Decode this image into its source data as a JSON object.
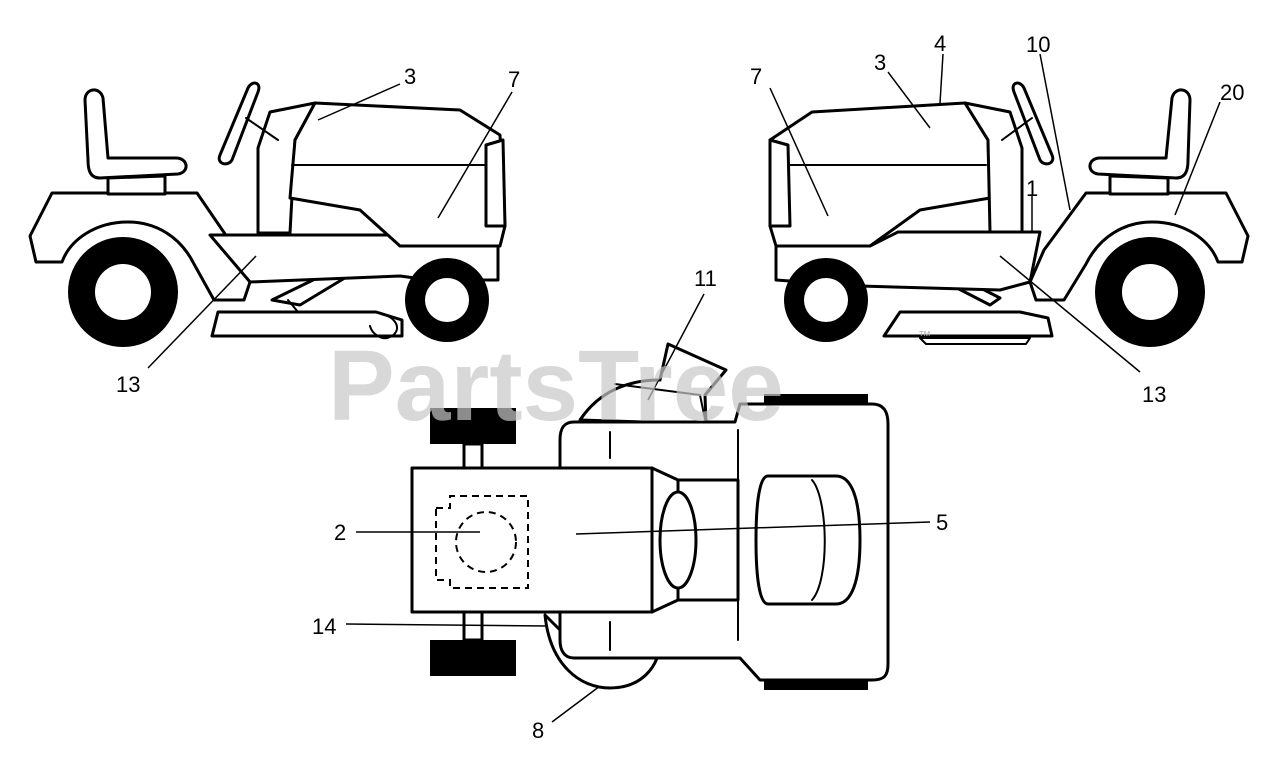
{
  "watermark": {
    "text": "PartsTree",
    "mark": "™"
  },
  "callouts": {
    "left_3": "3",
    "left_7": "7",
    "left_13": "13",
    "right_3": "3",
    "right_4": "4",
    "right_10": "10",
    "right_7": "7",
    "right_20": "20",
    "right_1": "1",
    "right_13": "13",
    "top_11": "11",
    "top_2": "2",
    "top_5": "5",
    "top_14": "14",
    "top_8": "8"
  },
  "views": [
    "left-side-view",
    "right-side-view",
    "top-view"
  ]
}
